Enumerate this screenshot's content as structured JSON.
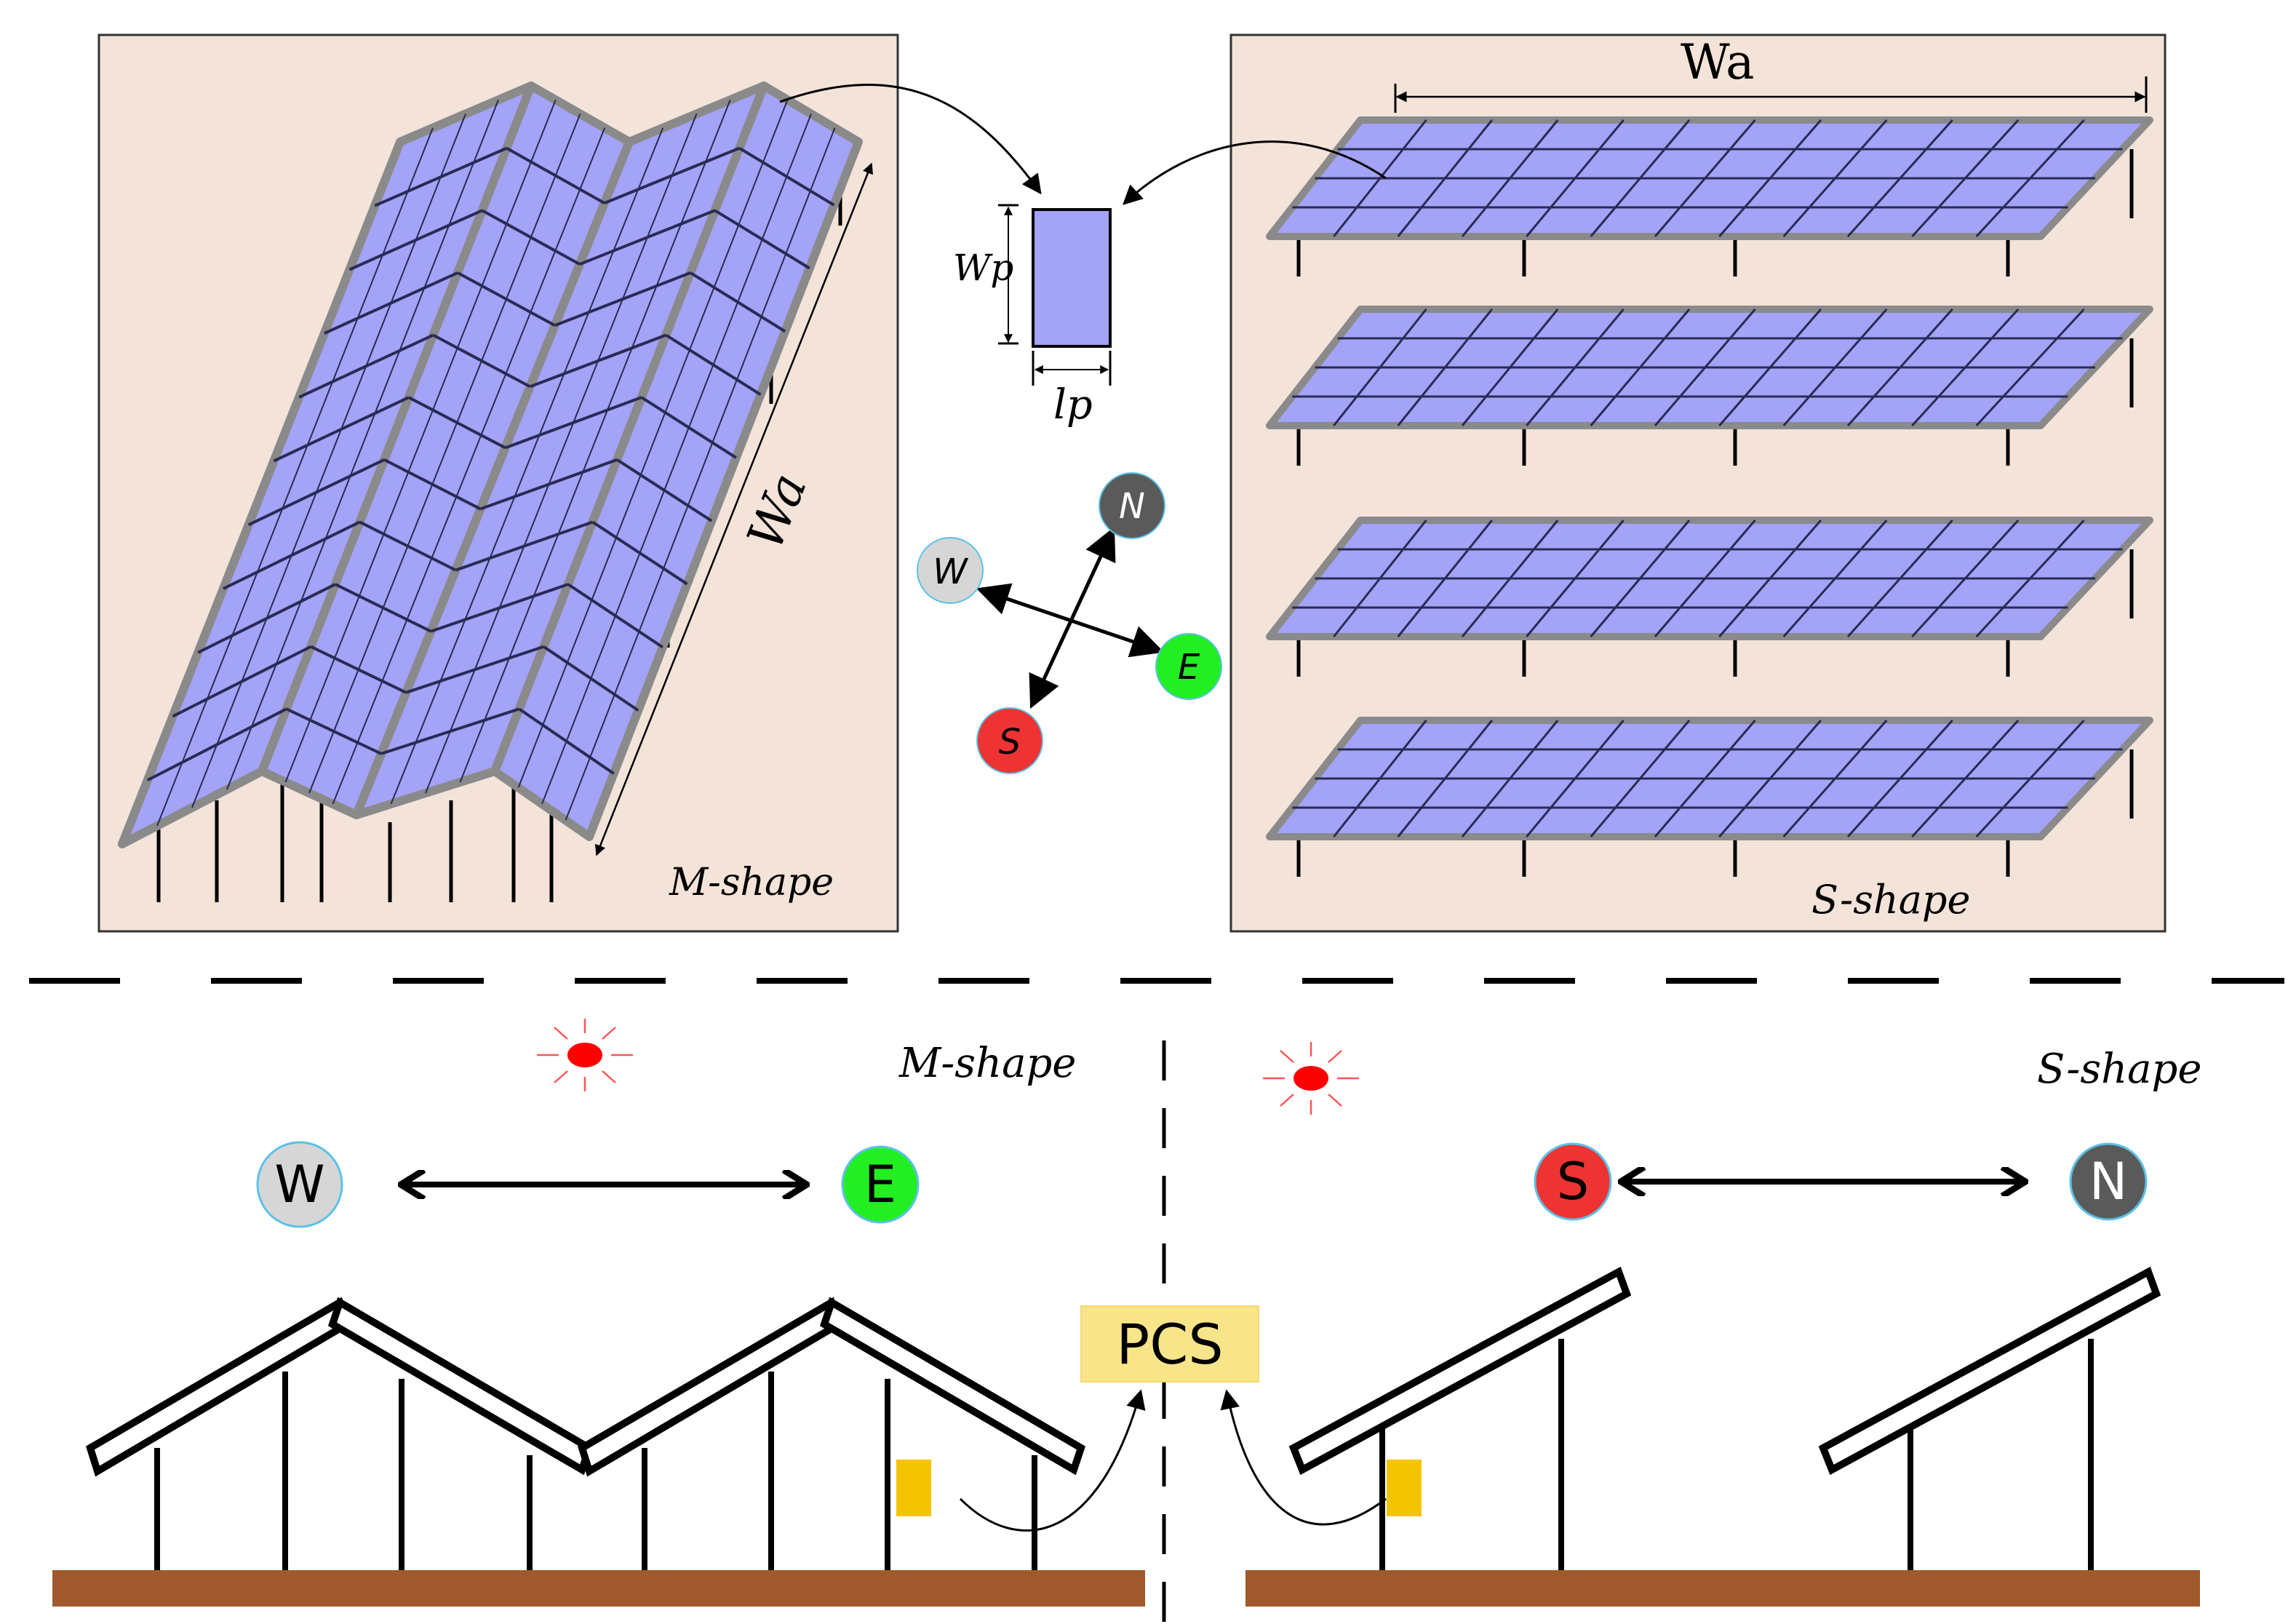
{
  "labels": {
    "m_shape_top": "M-shape",
    "s_shape_top": "S-shape",
    "m_shape_bottom": "M-shape",
    "s_shape_bottom": "S-shape",
    "wa_left": "Wa",
    "wa_right": "Wa",
    "wp": "Wp",
    "lp": "lp",
    "pcs": "PCS"
  },
  "compass": {
    "north": "N",
    "west": "W",
    "east": "E",
    "south": "S"
  },
  "directions_bottom": {
    "west": "W",
    "east": "E",
    "south": "S",
    "north": "N"
  },
  "colors": {
    "panel_background": "#f3e3d8",
    "panel_fill": "#a3a3f8",
    "panel_frame": "#8a8a8a",
    "ground": "#a0592c",
    "pcs_box": "#f8e58a",
    "inverter": "#f5c400",
    "sun": "#ff0000",
    "west": "#d6d6d6",
    "north": "#5a5a5a",
    "east": "#22ee22",
    "south": "#ee3333"
  }
}
